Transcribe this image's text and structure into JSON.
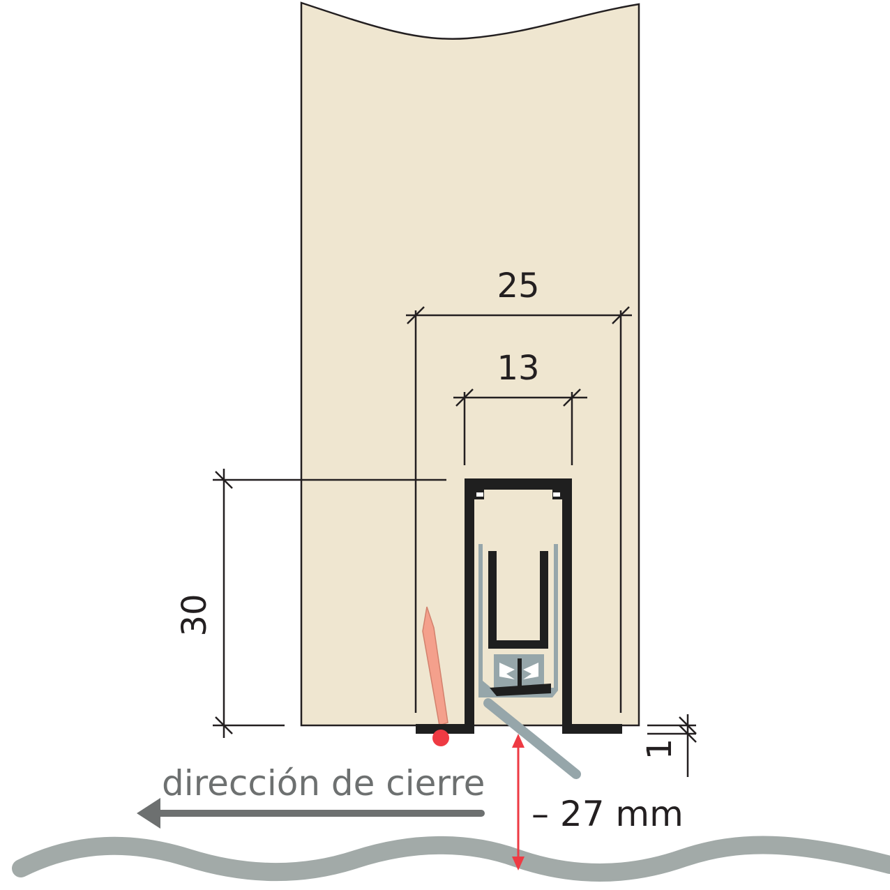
{
  "dimensions": {
    "overall_width": "25",
    "channel_width": "13",
    "profile_height": "30",
    "offset": "1"
  },
  "direction_label": "dirección de cierre",
  "gap_label": "– 27 mm",
  "colors": {
    "door": "#efe6d0",
    "profile": "#1f1f1f",
    "seal": "#96a6aa",
    "wavy_floor": "#a2aaa8",
    "accent_red": "#ee3a43",
    "nail": "#f4a08c",
    "arrow": "#6d7070"
  }
}
